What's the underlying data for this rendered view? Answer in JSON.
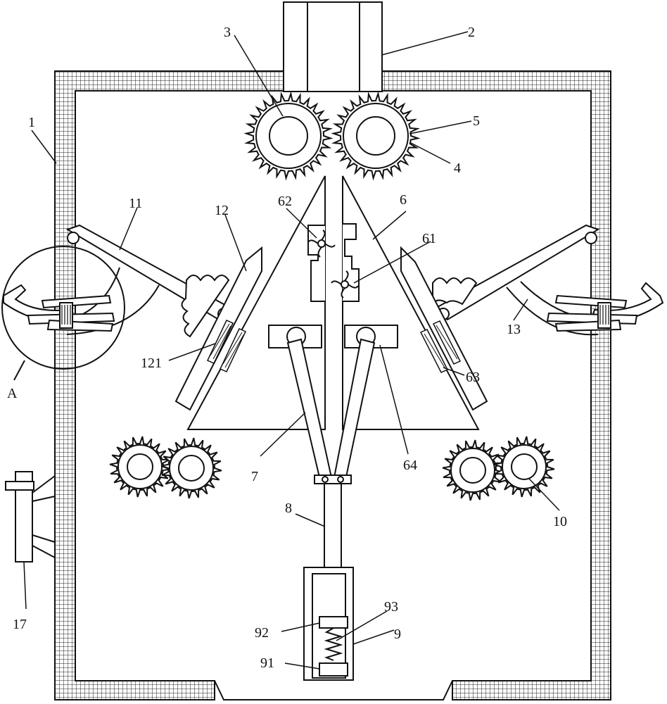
{
  "diagram": {
    "callouts": [
      {
        "id": "c1",
        "text": "1"
      },
      {
        "id": "c2",
        "text": "2"
      },
      {
        "id": "c3",
        "text": "3"
      },
      {
        "id": "c4",
        "text": "4"
      },
      {
        "id": "c5",
        "text": "5"
      },
      {
        "id": "c6",
        "text": "6"
      },
      {
        "id": "c61",
        "text": "61"
      },
      {
        "id": "c62",
        "text": "62"
      },
      {
        "id": "c63",
        "text": "63"
      },
      {
        "id": "c64",
        "text": "64"
      },
      {
        "id": "c7",
        "text": "7"
      },
      {
        "id": "c8",
        "text": "8"
      },
      {
        "id": "c9",
        "text": "9"
      },
      {
        "id": "c91",
        "text": "91"
      },
      {
        "id": "c92",
        "text": "92"
      },
      {
        "id": "c93",
        "text": "93"
      },
      {
        "id": "c10",
        "text": "10"
      },
      {
        "id": "c11",
        "text": "11"
      },
      {
        "id": "c12",
        "text": "12"
      },
      {
        "id": "c121",
        "text": "121"
      },
      {
        "id": "c13",
        "text": "13"
      },
      {
        "id": "c17",
        "text": "17"
      },
      {
        "id": "cA",
        "text": "A"
      }
    ]
  },
  "colors": {
    "line": "#111111",
    "background": "#ffffff"
  }
}
